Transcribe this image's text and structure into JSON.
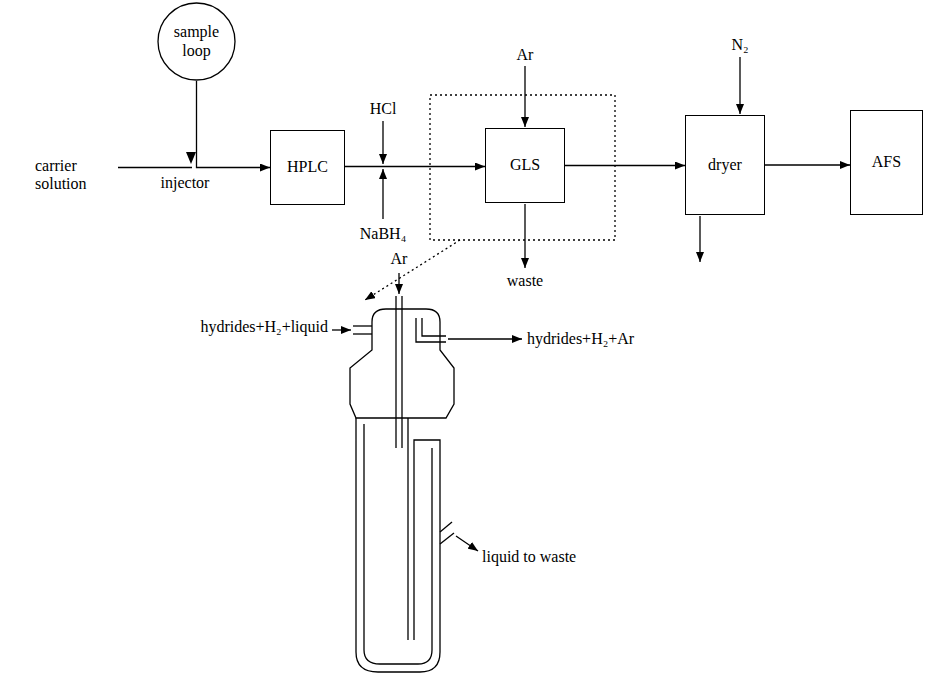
{
  "diagram": {
    "nodes": [
      {
        "text": [
          "sample loop"
        ]
      },
      {
        "text": [
          "HPLC"
        ]
      },
      {
        "text": [
          "GLS"
        ]
      },
      {
        "text": [
          "dryer"
        ]
      },
      {
        "text": [
          "AFS"
        ]
      }
    ],
    "edges": [
      {
        "from": 0,
        "to": 1,
        "arrow": "to"
      },
      {
        "from": 1,
        "to": 2,
        "arrow": "to"
      },
      {
        "from": 2,
        "to": 3,
        "arrow": "to"
      },
      {
        "from": 3,
        "to": 4,
        "arrow": "to"
      }
    ],
    "labels": [
      "carrier solution",
      "injector",
      "HCl",
      "NaBH₄",
      "Ar",
      "waste",
      "N₂",
      "Ar",
      "hydrides+H₂+liquid",
      "hydrides+H₂+Ar",
      "liquid to waste"
    ]
  }
}
